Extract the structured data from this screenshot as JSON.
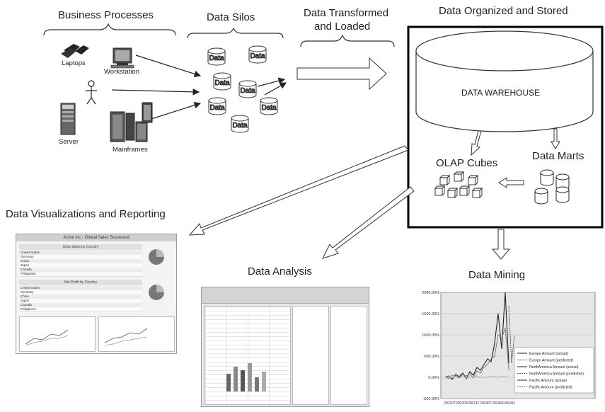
{
  "section_titles": {
    "business_processes": "Business Processes",
    "data_silos": "Data Silos",
    "transformed_line1": "Data Transformed",
    "transformed_line2": "and Loaded",
    "organized_stored": "Data Organized and Stored",
    "visualizations": "Data Visualizations and Reporting",
    "analysis": "Data Analysis",
    "mining": "Data Mining"
  },
  "devices": {
    "laptops": "Laptops",
    "workstation": "Workstation",
    "server": "Server",
    "mainframes": "Mainframes"
  },
  "silo_label": "Data",
  "warehouse": {
    "title": "DATA WAREHOUSE",
    "olap": "OLAP Cubes",
    "marts": "Data Marts"
  },
  "reporting_thumb": {
    "header": "Acme Inc - Global Sales Scorecard",
    "table1_title": "Units Sales by Country",
    "table2_title": "Net Profit by Country",
    "rows": [
      "United States",
      "Germany",
      "China",
      "Japan",
      "Canada",
      "Philippines"
    ]
  },
  "mining_chart": {
    "y_ticks": [
      "2000.00%",
      "1500.00%",
      "1000.00%",
      "500.00%",
      "0.00%",
      "-500.00%"
    ],
    "x_ticks": [
      "200107",
      "200203",
      "200211",
      "200307",
      "200403",
      "200411"
    ],
    "legend": [
      "Europe Amount (actual)",
      "Europe Amount (predicted)",
      "NorthAmerica Amount (actual)",
      "NorthAmerica Amount (predicted)",
      "Pacific Amount (actual)",
      "Pacific Amount (predicted)"
    ]
  },
  "colors": {
    "box_border": "#000000",
    "arrow": "#444444",
    "chart_bg": "#e6e6e6"
  }
}
